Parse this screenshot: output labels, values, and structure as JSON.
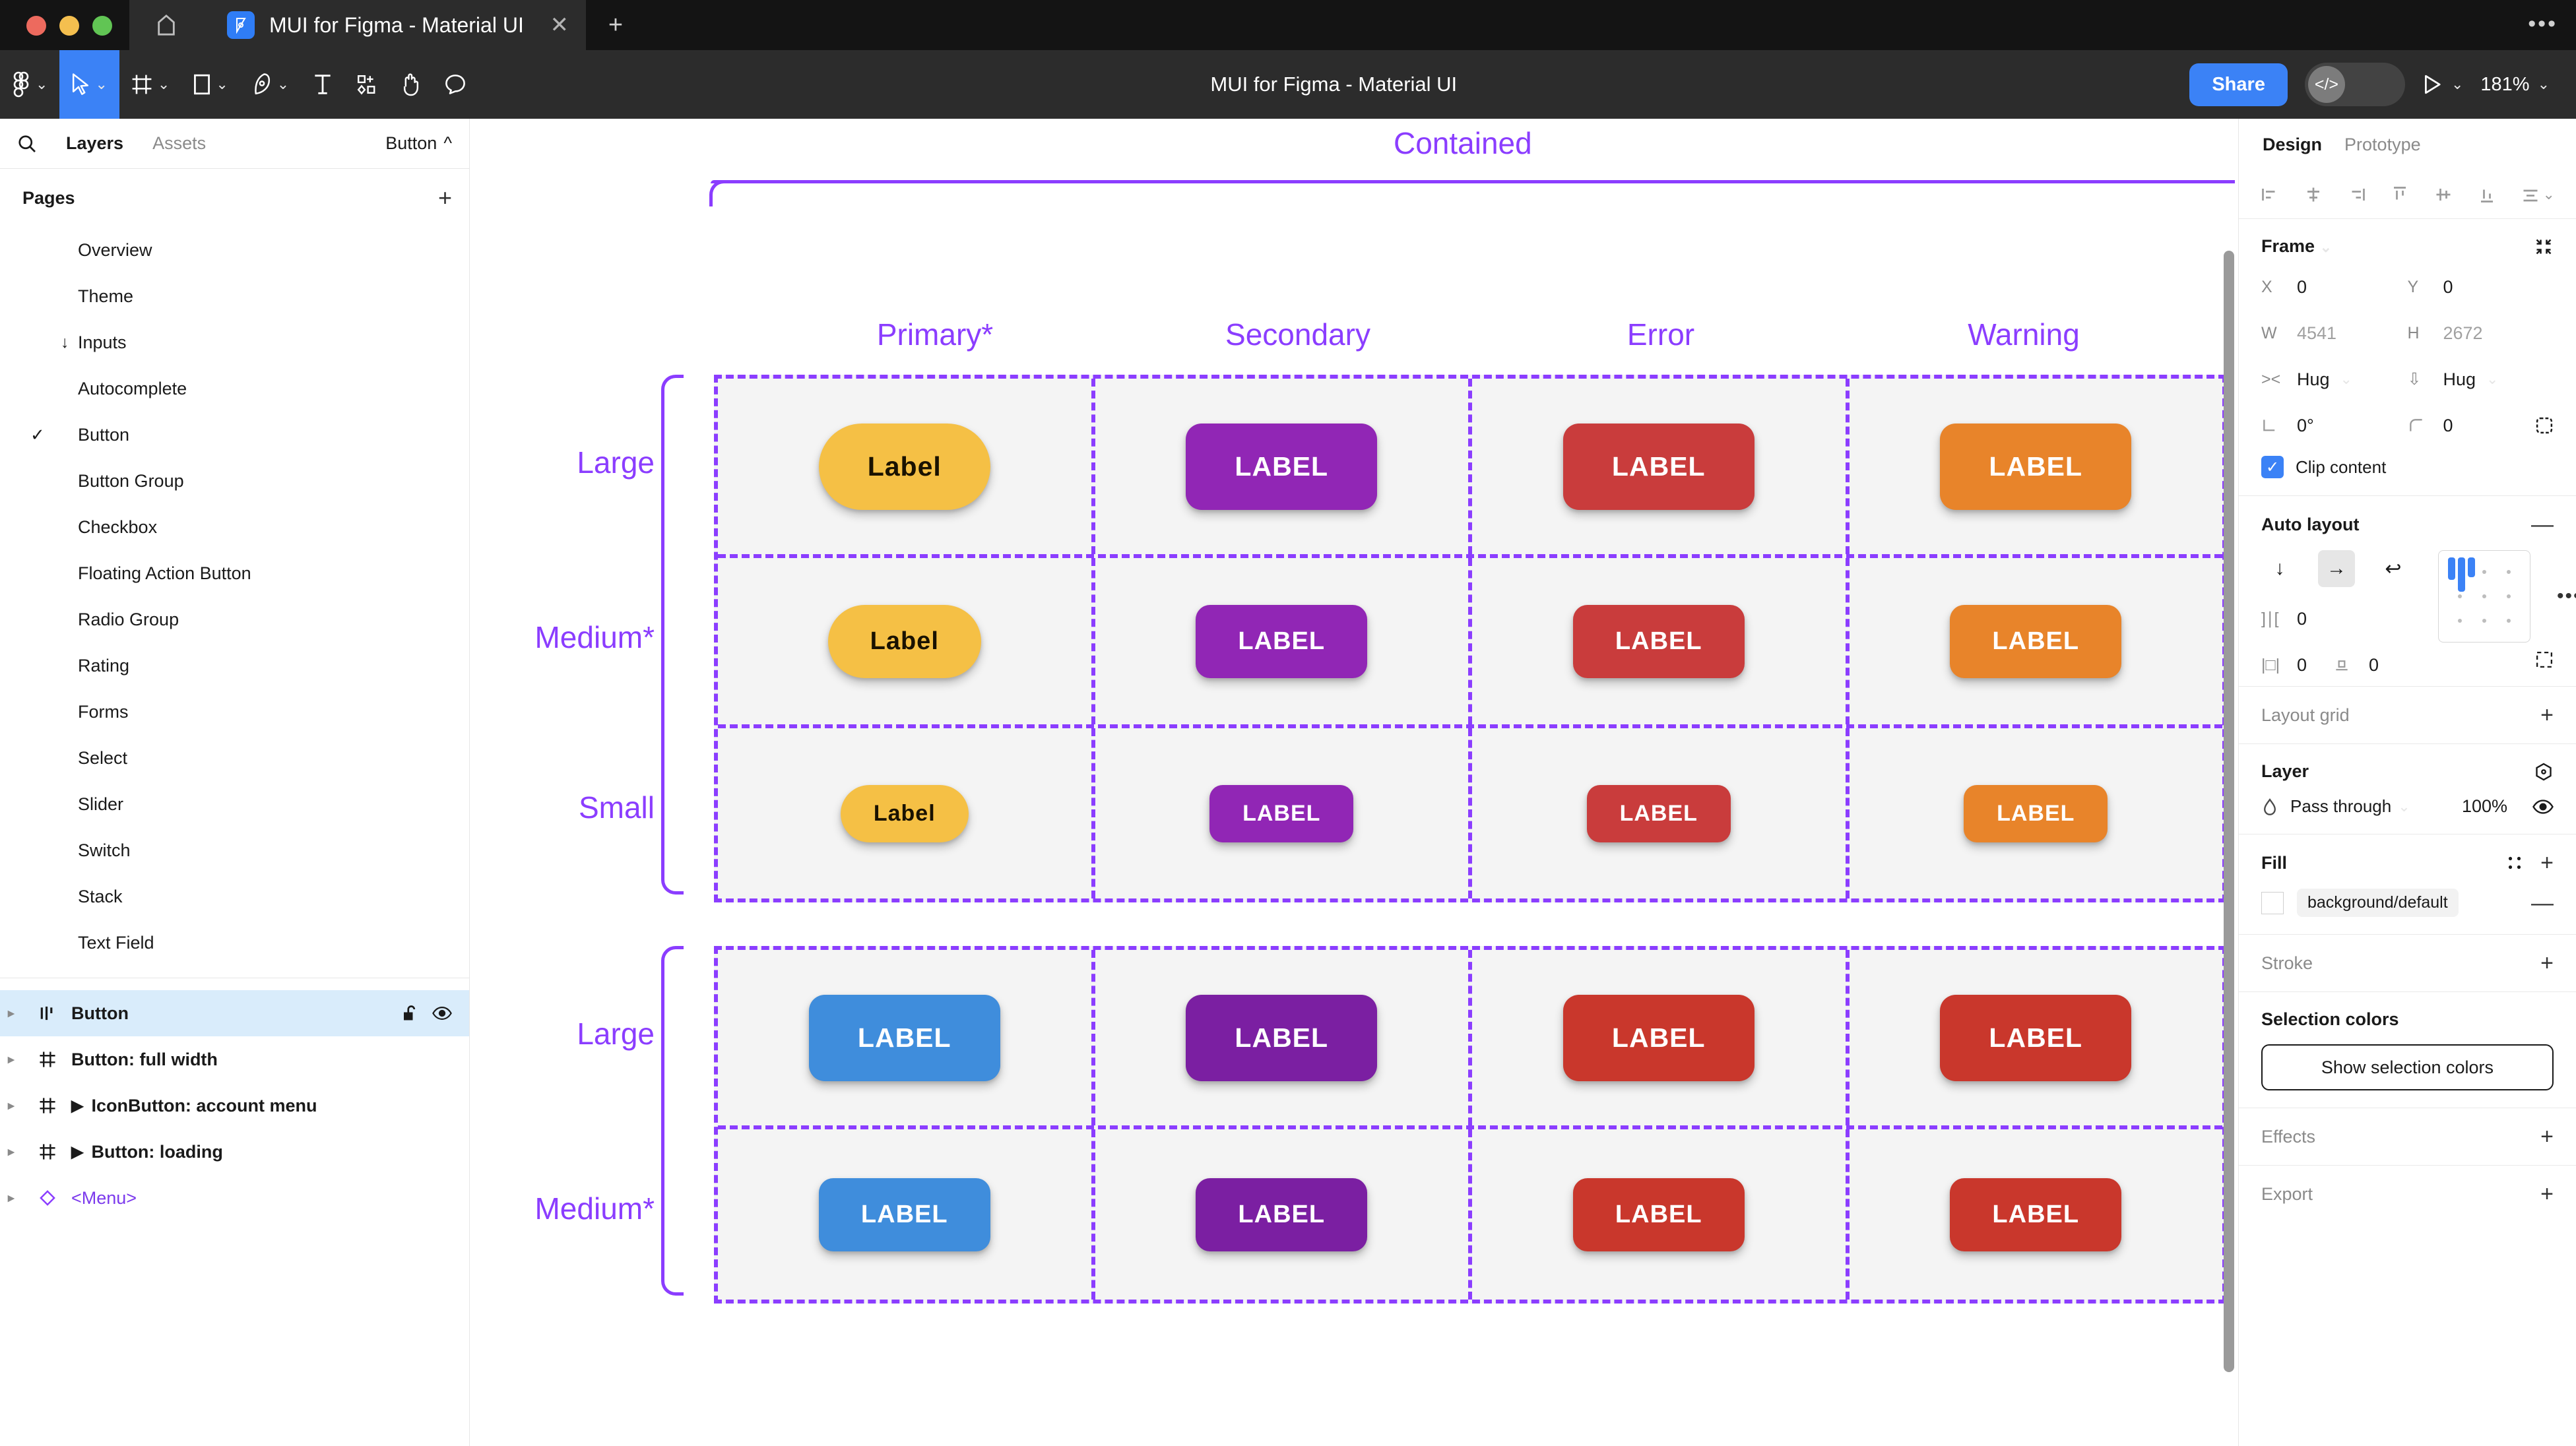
{
  "window": {
    "tab_title": "MUI for Figma - Material UI",
    "close_label": "✕",
    "new_tab_label": "+",
    "menu_dots": "•••"
  },
  "toolbar": {
    "doc_title": "MUI for Figma - Material UI",
    "share_label": "Share",
    "zoom_level": "181%",
    "caret": "⌄",
    "tools": [
      {
        "name": "figma-menu-icon",
        "has_caret": true
      },
      {
        "name": "move-tool-icon",
        "has_caret": true,
        "active": true
      },
      {
        "name": "frame-tool-icon",
        "has_caret": true
      },
      {
        "name": "shape-tool-icon",
        "has_caret": true
      },
      {
        "name": "pen-tool-icon",
        "has_caret": true
      },
      {
        "name": "text-tool-icon",
        "has_caret": false
      },
      {
        "name": "resources-tool-icon",
        "has_caret": false
      },
      {
        "name": "hand-tool-icon",
        "has_caret": false
      },
      {
        "name": "comment-tool-icon",
        "has_caret": false
      }
    ]
  },
  "left_panel": {
    "tab_layers": "Layers",
    "tab_assets": "Assets",
    "component_name": "Button",
    "pages_label": "Pages",
    "pages_plus": "+",
    "pages": [
      {
        "label": "Overview",
        "checked": false,
        "expanded": false
      },
      {
        "label": "Theme",
        "checked": false,
        "expanded": false
      },
      {
        "label": "Inputs",
        "checked": false,
        "expanded": true
      },
      {
        "label": "Autocomplete",
        "checked": false,
        "expanded": false
      },
      {
        "label": "Button",
        "checked": true,
        "expanded": false
      },
      {
        "label": "Button Group",
        "checked": false,
        "expanded": false
      },
      {
        "label": "Checkbox",
        "checked": false,
        "expanded": false
      },
      {
        "label": "Floating Action Button",
        "checked": false,
        "expanded": false
      },
      {
        "label": "Radio Group",
        "checked": false,
        "expanded": false
      },
      {
        "label": "Rating",
        "checked": false,
        "expanded": false
      },
      {
        "label": "Forms",
        "checked": false,
        "expanded": false
      },
      {
        "label": "Select",
        "checked": false,
        "expanded": false
      },
      {
        "label": "Slider",
        "checked": false,
        "expanded": false
      },
      {
        "label": "Switch",
        "checked": false,
        "expanded": false
      },
      {
        "label": "Stack",
        "checked": false,
        "expanded": false
      },
      {
        "label": "Text Field",
        "checked": false,
        "expanded": false
      }
    ],
    "layers": [
      {
        "label": "Button",
        "icon": "component-set-icon",
        "selected": true,
        "locked_icon": "unlock-icon",
        "visible_icon": "eye-icon",
        "inner_arrow": false
      },
      {
        "label": "Button: full width",
        "icon": "frame-icon",
        "selected": false,
        "inner_arrow": false
      },
      {
        "label": "IconButton: account menu",
        "icon": "frame-icon",
        "selected": false,
        "inner_arrow": true
      },
      {
        "label": "Button: loading",
        "icon": "frame-icon",
        "selected": false,
        "inner_arrow": true
      },
      {
        "label": "<Menu>",
        "icon": "component-instance-icon",
        "selected": false,
        "inner_arrow": false,
        "is_instance": true
      }
    ]
  },
  "canvas": {
    "frame_title": "Contained",
    "column_headers": [
      "Primary*",
      "Secondary",
      "Error",
      "Warning"
    ],
    "sections": [
      {
        "rows": [
          {
            "label": "Large",
            "size": "large",
            "buttons": [
              {
                "text": "Label",
                "bg": "#f5c045",
                "fg": "#1a1200",
                "shape": "pill"
              },
              {
                "text": "LABEL",
                "bg": "#9126b5",
                "fg": "#ffffff",
                "shape": "rounded"
              },
              {
                "text": "LABEL",
                "bg": "#c93c3c",
                "fg": "#ffffff",
                "shape": "rounded"
              },
              {
                "text": "LABEL",
                "bg": "#e8842a",
                "fg": "#ffffff",
                "shape": "rounded"
              }
            ]
          },
          {
            "label": "Medium*",
            "size": "medium",
            "buttons": [
              {
                "text": "Label",
                "bg": "#f5c045",
                "fg": "#1a1200",
                "shape": "pill"
              },
              {
                "text": "LABEL",
                "bg": "#9126b5",
                "fg": "#ffffff",
                "shape": "rounded"
              },
              {
                "text": "LABEL",
                "bg": "#c93c3c",
                "fg": "#ffffff",
                "shape": "rounded"
              },
              {
                "text": "LABEL",
                "bg": "#e8842a",
                "fg": "#ffffff",
                "shape": "rounded"
              }
            ]
          },
          {
            "label": "Small",
            "size": "small",
            "buttons": [
              {
                "text": "Label",
                "bg": "#f5c045",
                "fg": "#1a1200",
                "shape": "pill"
              },
              {
                "text": "LABEL",
                "bg": "#9126b5",
                "fg": "#ffffff",
                "shape": "rounded"
              },
              {
                "text": "LABEL",
                "bg": "#c93c3c",
                "fg": "#ffffff",
                "shape": "rounded"
              },
              {
                "text": "LABEL",
                "bg": "#e8842a",
                "fg": "#ffffff",
                "shape": "rounded"
              }
            ]
          }
        ]
      },
      {
        "rows": [
          {
            "label": "Large",
            "size": "large",
            "buttons": [
              {
                "text": "LABEL",
                "bg": "#3f8ddc",
                "fg": "#ffffff",
                "shape": "rounded"
              },
              {
                "text": "LABEL",
                "bg": "#7b1fa2",
                "fg": "#ffffff",
                "shape": "rounded"
              },
              {
                "text": "LABEL",
                "bg": "#c9372c",
                "fg": "#ffffff",
                "shape": "rounded"
              },
              {
                "text": "LABEL",
                "bg": "#c9372c",
                "fg": "#ffffff",
                "shape": "rounded"
              }
            ]
          },
          {
            "label": "Medium*",
            "size": "medium",
            "buttons": [
              {
                "text": "LABEL",
                "bg": "#3f8ddc",
                "fg": "#ffffff",
                "shape": "rounded"
              },
              {
                "text": "LABEL",
                "bg": "#7b1fa2",
                "fg": "#ffffff",
                "shape": "rounded"
              },
              {
                "text": "LABEL",
                "bg": "#c9372c",
                "fg": "#ffffff",
                "shape": "rounded"
              },
              {
                "text": "LABEL",
                "bg": "#c9372c",
                "fg": "#ffffff",
                "shape": "rounded"
              }
            ]
          }
        ]
      }
    ]
  },
  "right_panel": {
    "tab_design": "Design",
    "tab_prototype": "Prototype",
    "frame": {
      "title": "Frame",
      "x_key": "X",
      "x_val": "0",
      "y_key": "Y",
      "y_val": "0",
      "w_key": "W",
      "w_val": "4541",
      "h_key": "H",
      "h_val": "2672",
      "hug_horizontal": "Hug",
      "hug_vertical": "Hug",
      "rotation": "0°",
      "corner_radius": "0",
      "clip_content_label": "Clip content",
      "clip_content_checked": true
    },
    "auto_layout": {
      "title": "Auto layout",
      "remove": "—",
      "direction_vertical": "↓",
      "direction_horizontal": "→",
      "direction_wrap": "↩",
      "selected_direction": "horizontal",
      "gap": "0",
      "padding_horizontal": "0",
      "padding_vertical": "0",
      "more": "•••"
    },
    "layout_grid": {
      "title": "Layout grid",
      "add": "+"
    },
    "layer": {
      "title": "Layer",
      "blend_mode": "Pass through",
      "opacity": "100%"
    },
    "fill": {
      "title": "Fill",
      "add": "+",
      "remove": "—",
      "style_name": "background/default"
    },
    "stroke": {
      "title": "Stroke",
      "add": "+"
    },
    "selection_colors": {
      "title": "Selection colors",
      "button_label": "Show selection colors"
    },
    "effects": {
      "title": "Effects",
      "add": "+"
    },
    "export": {
      "title": "Export",
      "add": "+"
    }
  },
  "colors": {
    "accent_blue": "#3b82f6",
    "figma_purple": "#8b3dff",
    "canvas_grid_bg": "#f4f4f4",
    "chrome_dark": "#2c2c2c"
  }
}
